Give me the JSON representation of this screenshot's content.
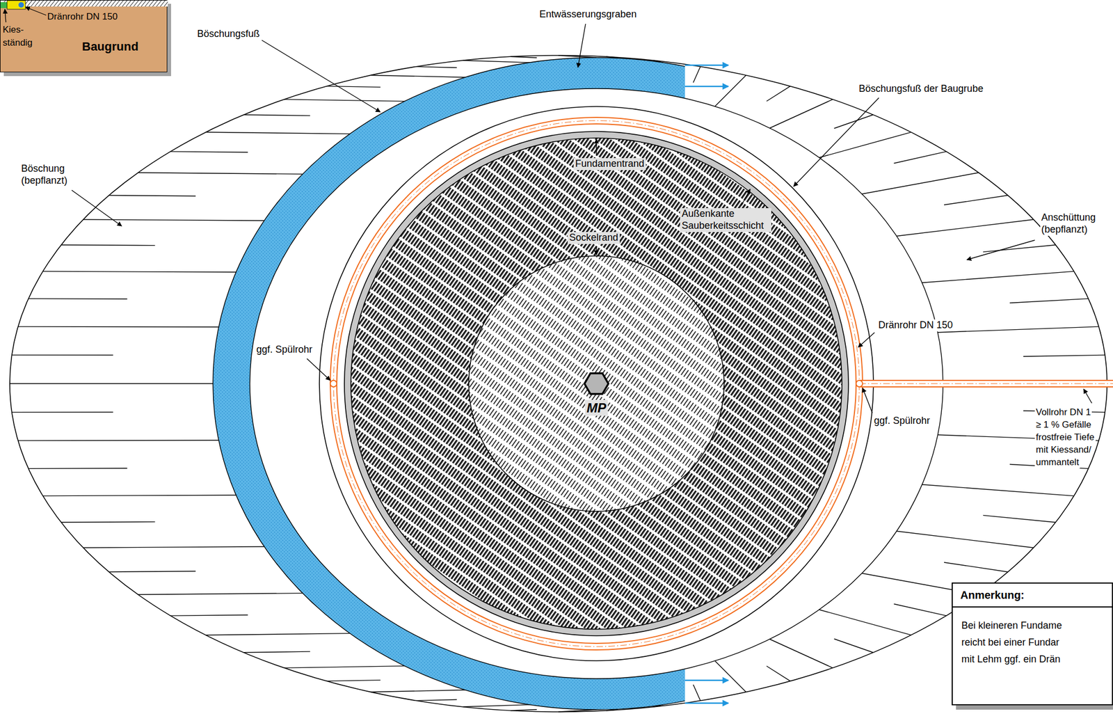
{
  "diagram": {
    "nodes": [
      {
        "text": [
          "Dränrohr DN 150",
          "Kies-",
          "ständig",
          "Baugrund"
        ]
      },
      {
        "text": [
          "Anmerkung:",
          "Bei kleineren Fundame",
          "reicht bei einer Fundar",
          "mit Lehm ggf. ein Drän"
        ]
      }
    ],
    "labels": [
      "Entwässerungsgraben",
      "Böschungsfuß",
      "Böschungsfuß der Baugrube",
      "Böschung (bepflanzt)",
      "Anschüttung (bepflanzt)",
      "Fundamentrand",
      "Außenkante Sauberkeitsschicht",
      "Sockelrand",
      "Dränrohr DN 150",
      "ggf. Spülrohr",
      "MP",
      "ggf. Spülrohr",
      "Vollrohr DN 1",
      "≥ 1 % Gefälle",
      "frostfreie Tiefe",
      "mit Kiessand/",
      "ummantelt"
    ]
  }
}
